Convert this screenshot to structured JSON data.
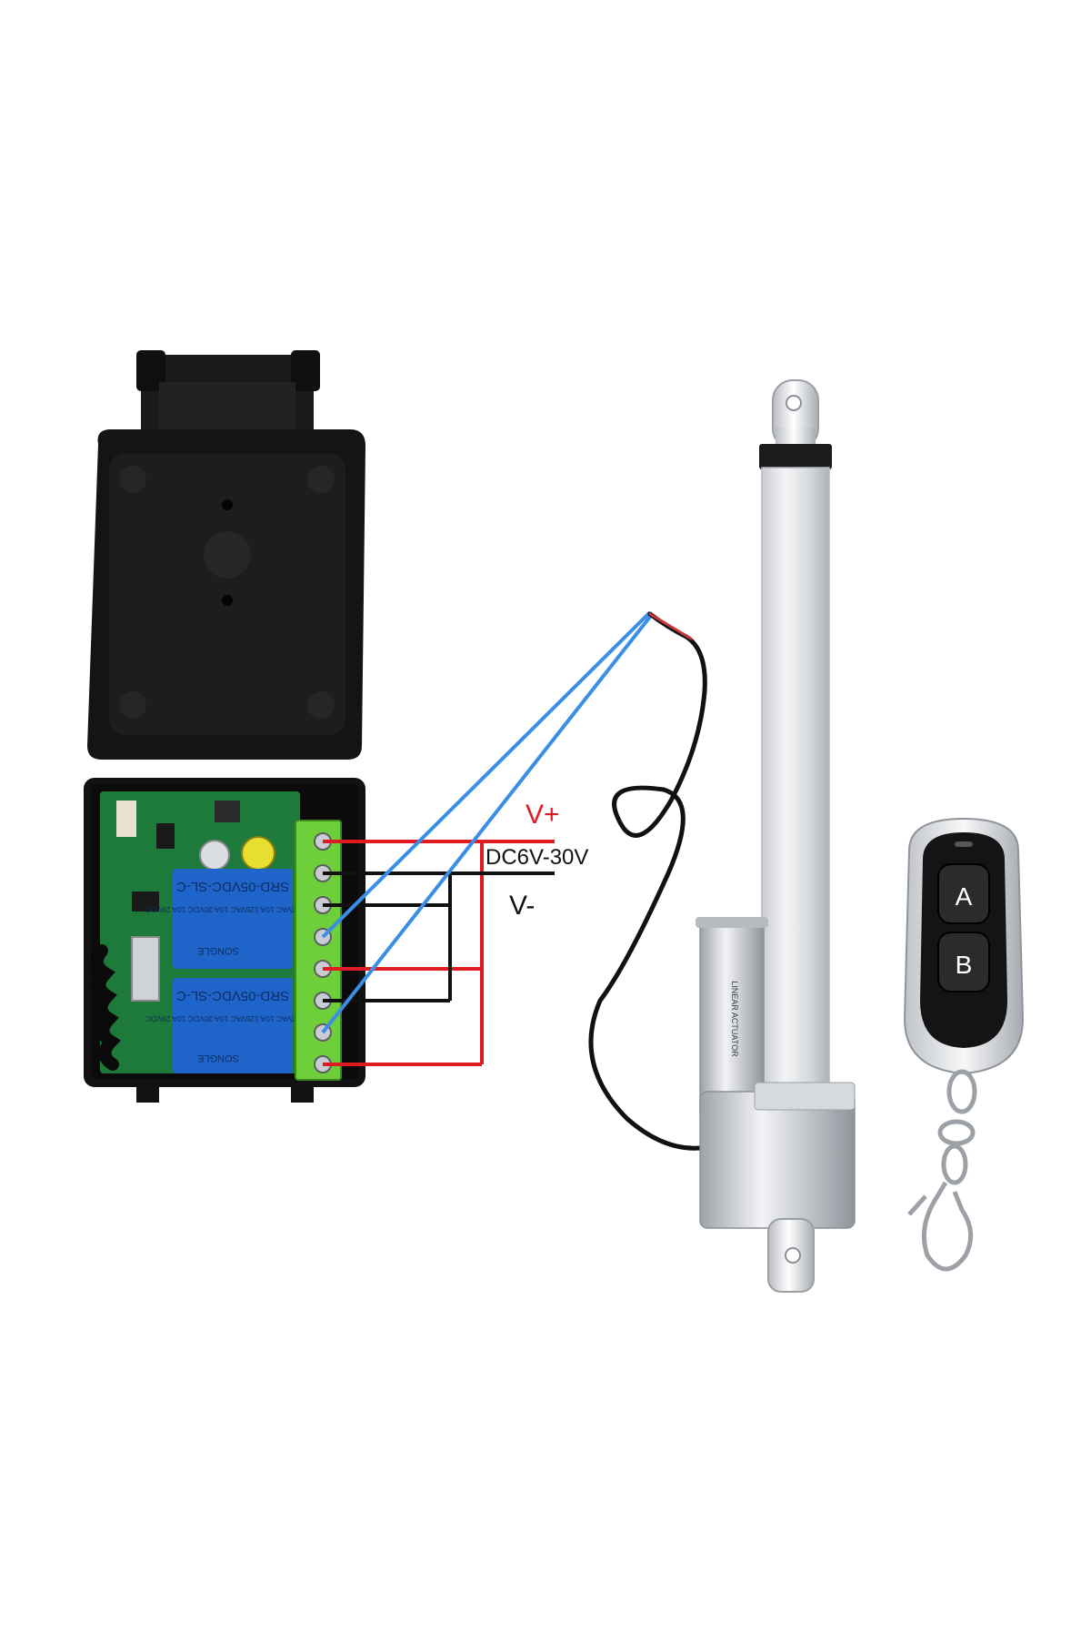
{
  "labels": {
    "v_plus": "V+",
    "supply_range": "DC6V-30V",
    "v_minus": "V-"
  },
  "remote": {
    "button_a": "A",
    "button_b": "B"
  },
  "relay_board": {
    "relay_top_model": "SRD-05VDC-SL-C",
    "relay_top_rating": "10A 250VAC  10A 125VAC  10A 30VDC  10A 28VDC",
    "relay_top_brand": "SONGLE",
    "relay_bottom_model": "SRD-05VDC-SL-C",
    "relay_bottom_rating": "10A 250VAC  10A 125VAC  10A 30VDC  10A 28VDC",
    "relay_bottom_brand": "SONGLE"
  },
  "actuator": {
    "label_text": "LINEAR ACTUATOR"
  },
  "colors": {
    "positive_wire": "#e11b22",
    "negative_wire": "#111111",
    "motor_wire": "#3a8ee6",
    "v_plus_text": "#e11b22",
    "terminal_green": "#6fcf3a",
    "pcb_green": "#1e7a3a",
    "relay_blue": "#1f64c8"
  }
}
